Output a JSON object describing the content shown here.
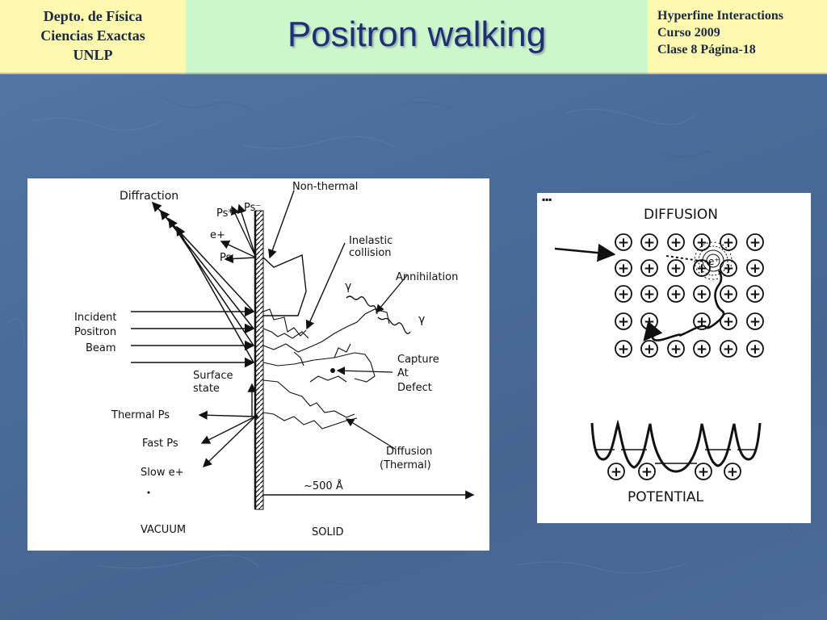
{
  "header": {
    "left_lines": [
      "Depto. de Física",
      "Ciencias Exactas",
      "UNLP"
    ],
    "title": "Positron walking",
    "right_lines": [
      "Hyperfine Interactions",
      "Curso 2009",
      "Clase 8  Página-18"
    ]
  },
  "left_diagram": {
    "labels": {
      "diffraction": "Diffraction",
      "ps_star": "Ps*",
      "ps_minus": "Ps⁻",
      "e_plus": "e+",
      "ps": "Ps",
      "non_thermal": "Non-thermal",
      "inelastic_1": "Inelastic",
      "inelastic_2": "collision",
      "annihilation": "Annihilation",
      "gamma": "γ",
      "incident": "Incident",
      "positron": "Positron",
      "beam": "Beam",
      "capture": "Capture",
      "at": "At",
      "defect": "Defect",
      "surface_1": "Surface",
      "surface_2": "state",
      "thermal_ps": "Thermal  Ps",
      "fast_ps": "Fast  Ps",
      "slow_e": "Slow  e+",
      "diffusion": "Diffusion",
      "thermal": "(Thermal)",
      "distance": "~500 Å",
      "vacuum": "VACUUM",
      "solid": "SOLID"
    }
  },
  "right_diagram": {
    "labels": {
      "diffusion": "DIFFUSION",
      "e_plus": "e⁺",
      "potential": "POTENTIAL",
      "plus": "+"
    }
  }
}
